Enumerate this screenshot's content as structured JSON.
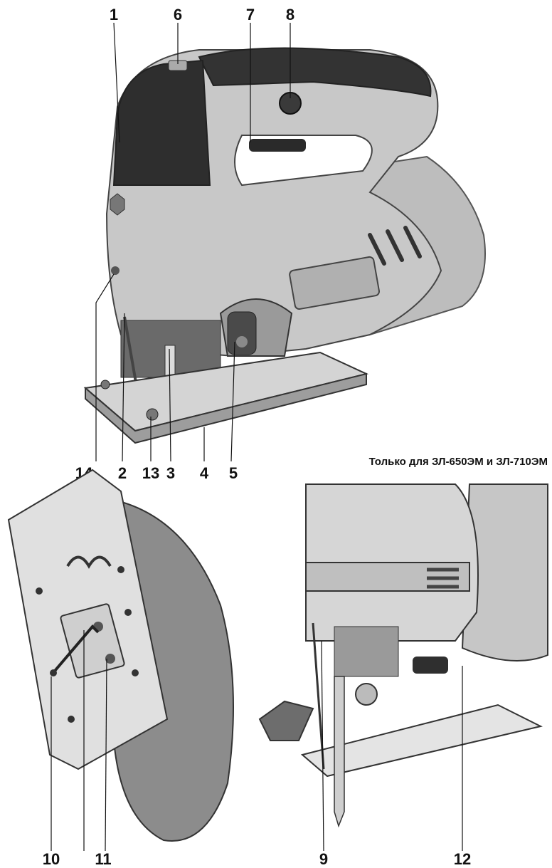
{
  "figures": {
    "main": {
      "callouts": [
        "1",
        "6",
        "7",
        "8",
        "14",
        "2",
        "13",
        "3",
        "4",
        "5"
      ]
    },
    "caption": "Только для ЗЛ-650ЭМ и ЗЛ-710ЭМ",
    "bottom_left": {
      "callouts": [
        "10",
        "11"
      ]
    },
    "bottom_right": {
      "callouts": [
        "9",
        "12"
      ]
    }
  }
}
